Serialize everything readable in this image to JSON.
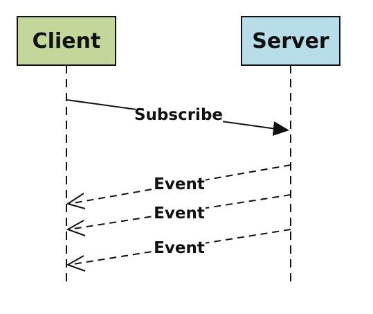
{
  "actors": {
    "client": {
      "label": "Client",
      "fill": "#c4d79b",
      "stroke": "#111111"
    },
    "server": {
      "label": "Server",
      "fill": "#b7dde8",
      "stroke": "#111111"
    }
  },
  "messages": [
    {
      "label": "Subscribe",
      "from": "client",
      "to": "server",
      "style": "solid",
      "arrowhead": "filled"
    },
    {
      "label": "Event",
      "from": "server",
      "to": "client",
      "style": "dashed",
      "arrowhead": "open"
    },
    {
      "label": "Event",
      "from": "server",
      "to": "client",
      "style": "dashed",
      "arrowhead": "open"
    },
    {
      "label": "Event",
      "from": "server",
      "to": "client",
      "style": "dashed",
      "arrowhead": "open"
    }
  ]
}
